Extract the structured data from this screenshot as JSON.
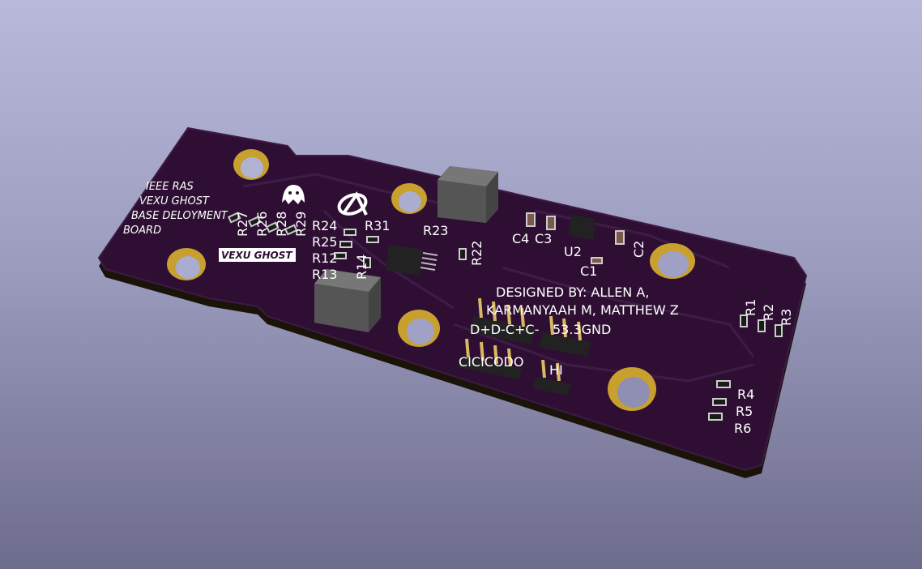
{
  "board": {
    "soldermask_color": "#2e0f33",
    "copper_color": "#c8a030",
    "info_lines": [
      "IEEE RAS",
      "VEXU GHOST",
      "BASE DELOYMENT",
      "BOARD"
    ],
    "inverted_label": "VEXU GHOST",
    "credits": [
      "DESIGNED BY: ALLEN A,",
      "KARMANYAAH M, MATTHEW Z"
    ],
    "logos": [
      "ghost-logo",
      "ras-logo"
    ]
  },
  "references": {
    "r27": "R27",
    "r26": "R26",
    "r28": "R28",
    "r29": "R29",
    "r24": "R24",
    "r25": "R25",
    "r12": "R12",
    "r13": "R13",
    "r14": "R14",
    "r31": "R31",
    "r23": "R23",
    "r22": "R22",
    "c4": "C4",
    "c3": "C3",
    "u2": "U2",
    "c2": "C2",
    "c1": "C1",
    "r1": "R1",
    "r2": "R2",
    "r3": "R3",
    "r4": "R4",
    "r5": "R5",
    "r6": "R6",
    "header1_pins": "D+D-C+C-",
    "header2_pins": "53.3GND",
    "header3_pins": "CICICODO",
    "header4_pins": "HI"
  }
}
